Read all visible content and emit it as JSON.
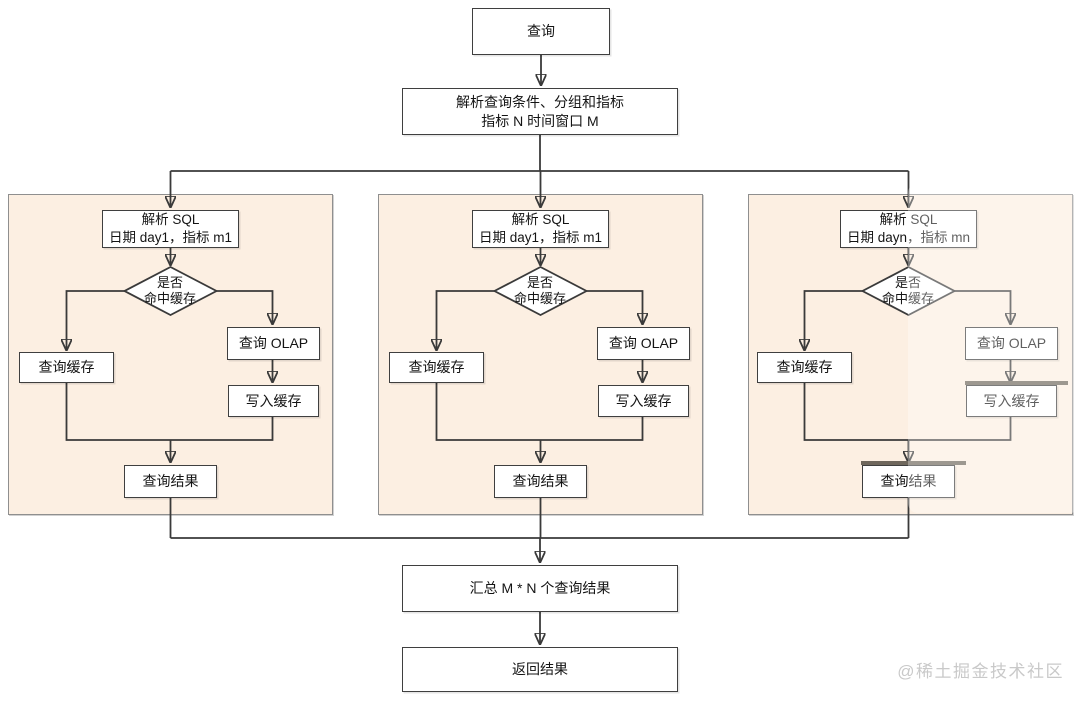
{
  "diagram": {
    "start": {
      "label": "查询"
    },
    "parse": {
      "line1": "解析查询条件、分组和指标",
      "line2": "指标 N 时间窗口 M"
    },
    "aggregate": {
      "label": "汇总 M * N 个查询结果"
    },
    "return": {
      "label": "返回结果"
    }
  },
  "branches": [
    {
      "sql_line1": "解析 SQL",
      "sql_line2": "日期 day1，指标 m1",
      "decision_line1": "是否",
      "decision_line2": "命中缓存",
      "cache_query": "查询缓存",
      "olap_query": "查询 OLAP",
      "write_cache": "写入缓存",
      "result": "查询结果"
    },
    {
      "sql_line1": "解析 SQL",
      "sql_line2": "日期 day1，指标 m1",
      "decision_line1": "是否",
      "decision_line2": "命中缓存",
      "cache_query": "查询缓存",
      "olap_query": "查询 OLAP",
      "write_cache": "写入缓存",
      "result": "查询结果"
    },
    {
      "sql_line1": "解析 SQL",
      "sql_line2": "日期 dayn，指标 mn",
      "decision_line1": "是否",
      "decision_line2": "命中缓存",
      "cache_query": "查询缓存",
      "olap_query": "查询 OLAP",
      "write_cache": "写入缓存",
      "result": "查询结果"
    }
  ],
  "watermark": "@稀土掘金技术社区",
  "colors": {
    "panel_fill": "#fcefe2",
    "panel_border": "#8f8f8f",
    "line": "#3a3a3a",
    "box_border": "#3f3f3f",
    "box_fill": "#ffffff",
    "watermark": "#c9c9c9"
  }
}
